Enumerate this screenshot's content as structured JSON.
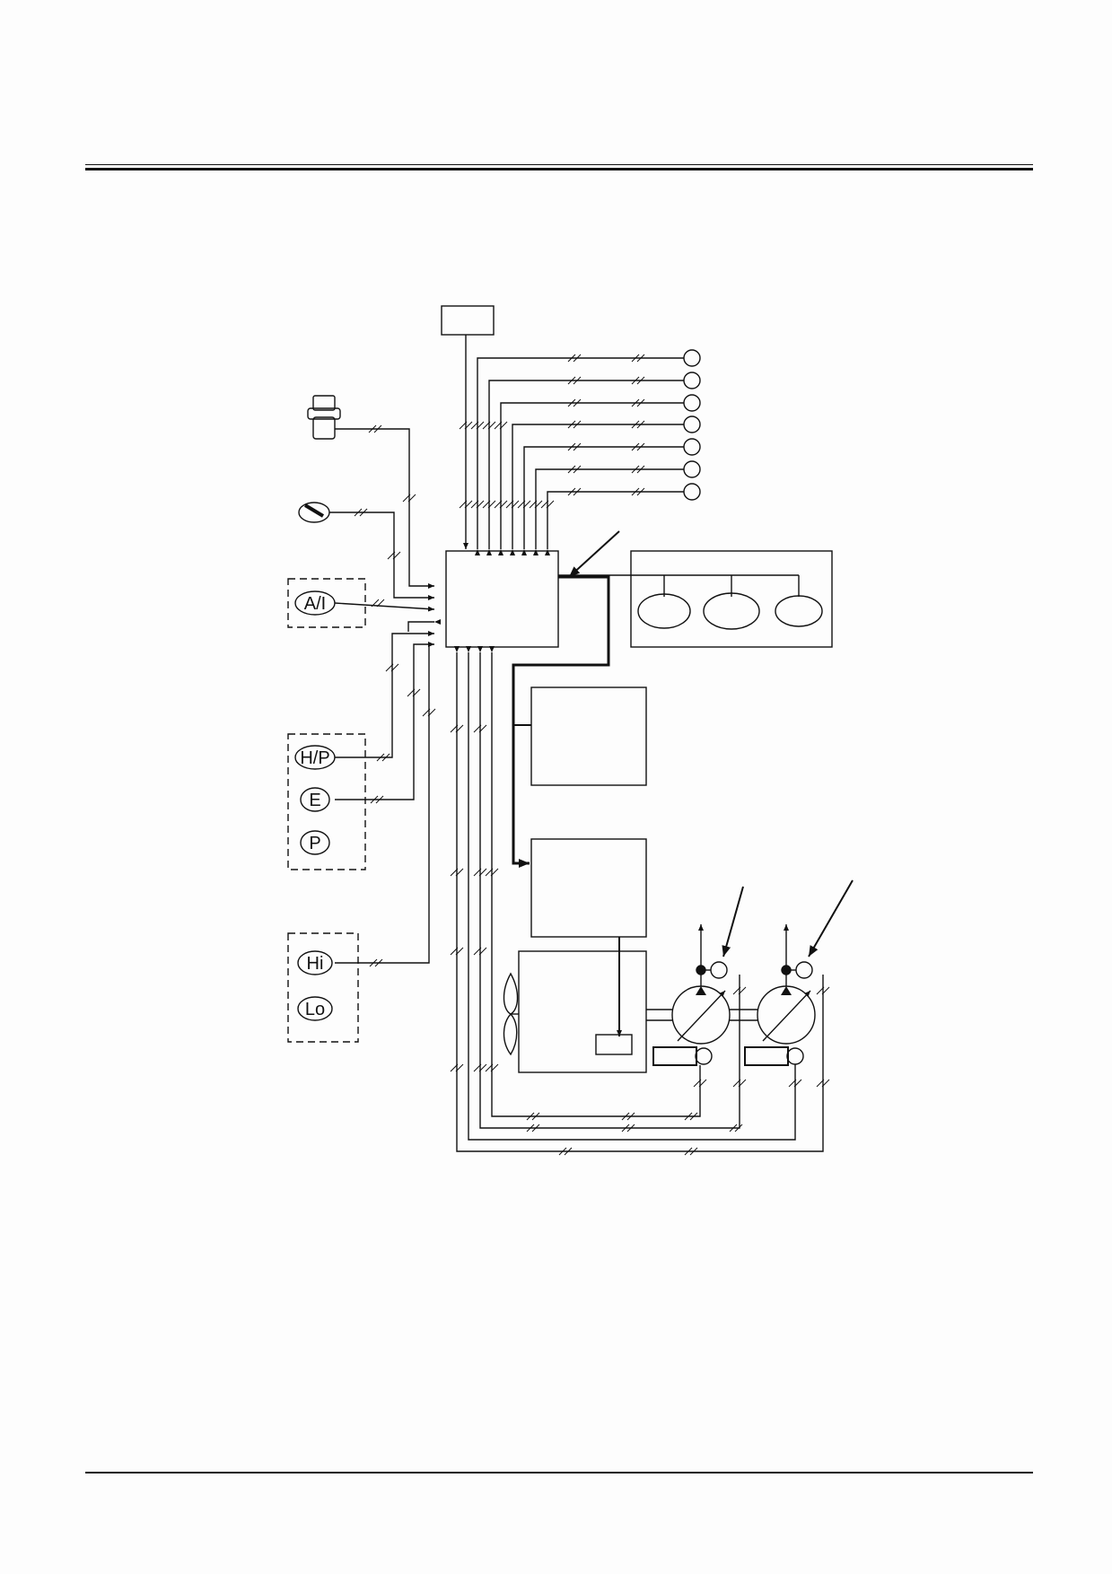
{
  "diagram": {
    "mode_switches": {
      "auto_idle": "A/I",
      "power_modes": [
        "H/P",
        "E",
        "P"
      ],
      "travel_speed": [
        "Hi",
        "Lo"
      ]
    }
  }
}
